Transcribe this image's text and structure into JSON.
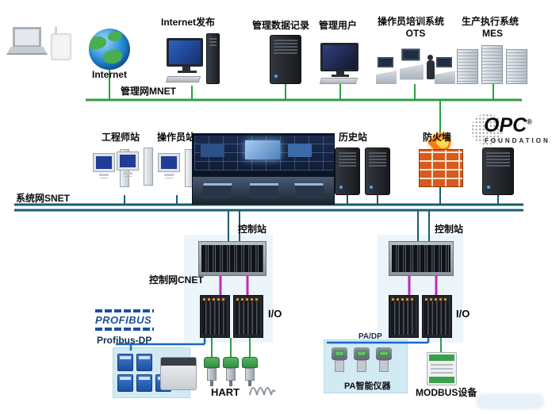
{
  "management_tier": {
    "internet": "Internet",
    "internet_publish": "Internet发布",
    "data_record": "管理数据记录",
    "mgmt_user": "管理用户",
    "ots_title": "操作员培训系统",
    "ots_abbr": "OTS",
    "mes_title": "生产执行系统",
    "mes_abbr": "MES",
    "network_label": "管理网MNET"
  },
  "system_tier": {
    "engineer_station": "工程师站",
    "operator_station": "操作员站",
    "history_station": "历史站",
    "firewall": "防火墙",
    "network_label": "系统网SNET",
    "opc_logo": {
      "main": "OPC",
      "reg": "®",
      "sub": "FOUNDATION"
    }
  },
  "control_tier": {
    "control_station_left": "控制站",
    "control_station_right": "控制站",
    "network_label": "控制网CNET",
    "io_left": "I/O",
    "io_right": "I/O"
  },
  "field_tier": {
    "profibus_logo": "PROFIBUS",
    "profibus_dp": "Profibus-DP",
    "hart": "HART",
    "pa_dp": "PA/DP",
    "pa_instruments": "PA智能仪器",
    "modbus": "MODBUS设备"
  },
  "colors": {
    "mnet_green": "#2f9e44",
    "snet_teal": "#175e73",
    "cnet_magenta": "#bb2bbe",
    "fieldbus_blue": "#1b66c9",
    "firewall_brick": "#d85a1d",
    "panel_blue": "#d2eaf4"
  }
}
